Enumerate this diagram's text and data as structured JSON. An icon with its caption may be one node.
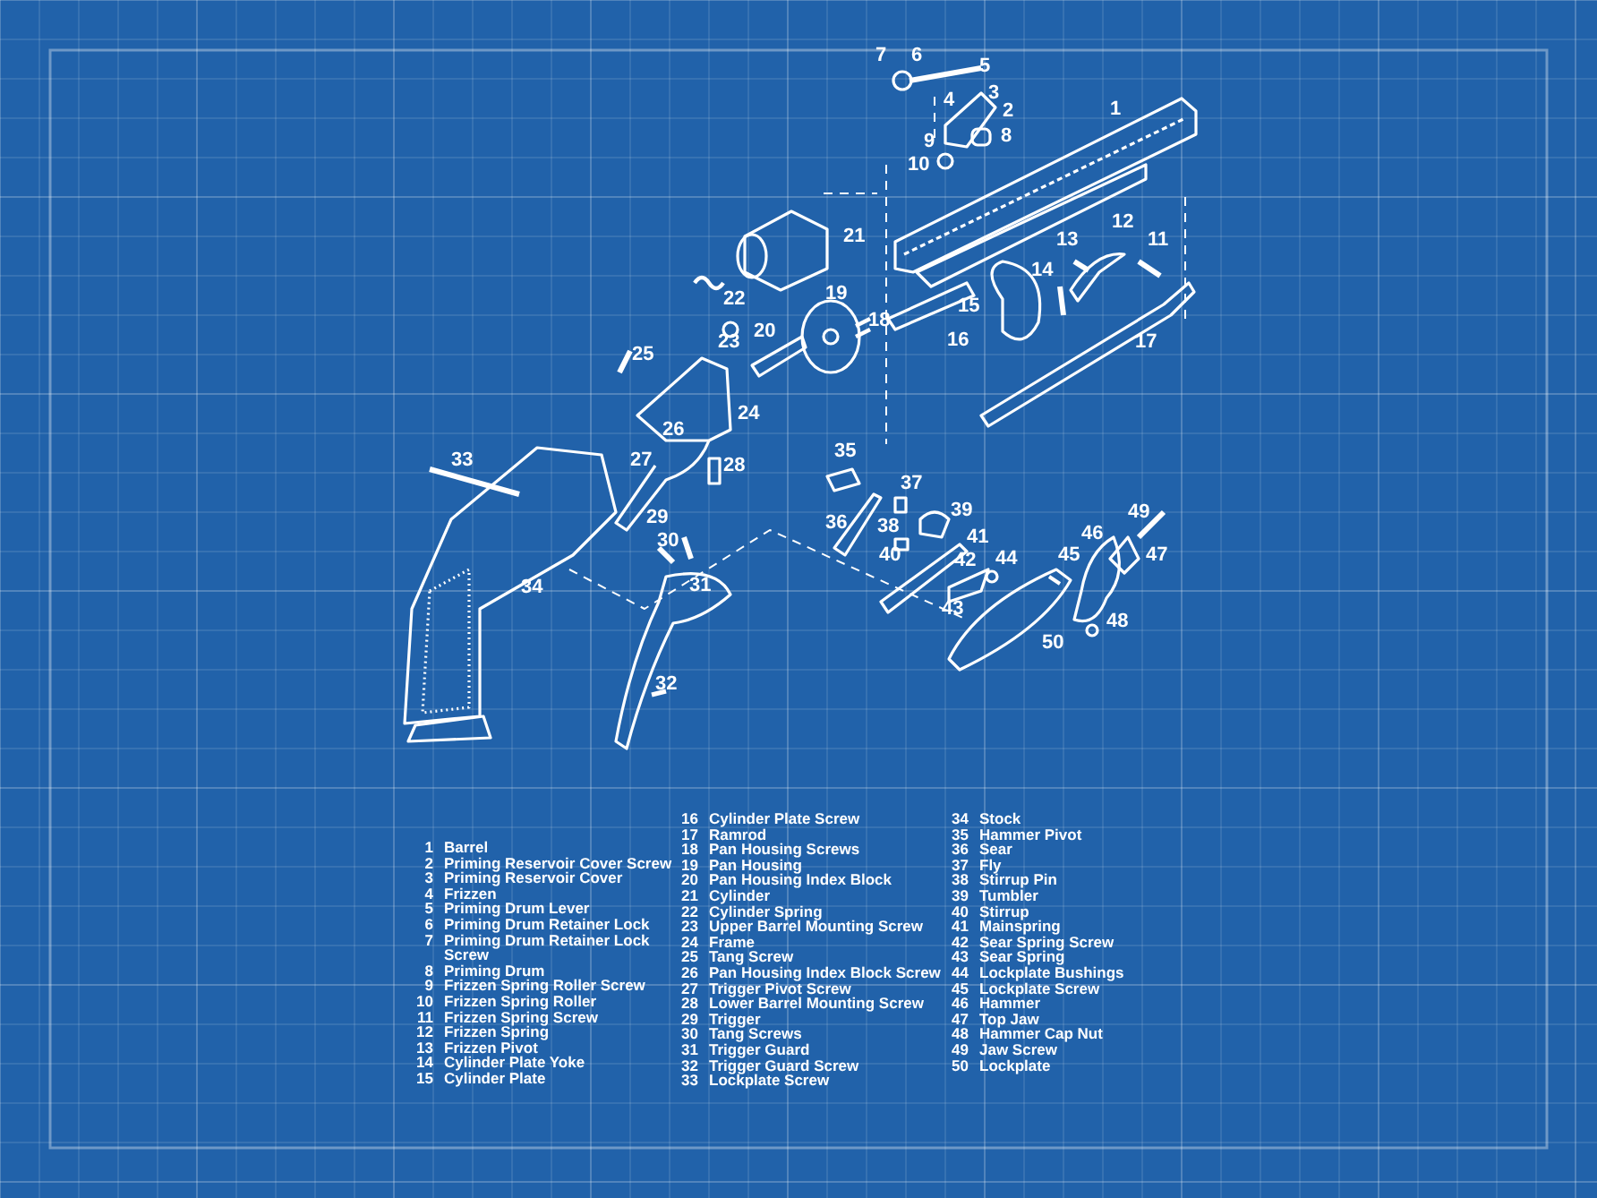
{
  "diagram": {
    "labels": [
      "7",
      "6",
      "5",
      "4",
      "3",
      "2",
      "1",
      "9",
      "8",
      "10",
      "21",
      "13",
      "12",
      "11",
      "14",
      "22",
      "19",
      "15",
      "23",
      "20",
      "18",
      "16",
      "17",
      "25",
      "24",
      "26",
      "33",
      "27",
      "28",
      "35",
      "37",
      "29",
      "39",
      "49",
      "30",
      "36",
      "38",
      "41",
      "46",
      "40",
      "42",
      "44",
      "45",
      "47",
      "34",
      "31",
      "43",
      "50",
      "48",
      "32",
      "1",
      "Barrel",
      "2",
      "Priming Reservoir Cover Screw",
      "3",
      "Priming Reservoir Cover",
      "4",
      "Frizzen",
      "5",
      "Priming Drum Lever",
      "6",
      "Priming Drum Retainer Lock",
      "7",
      "Priming Drum Retainer Lock Screw",
      "8",
      "Priming Drum",
      "9",
      "Frizzen Spring Roller Screw",
      "10",
      "Frizzen Spring Roller",
      "11",
      "Frizzen Spring Screw",
      "12",
      "Frizzen Spring",
      "13",
      "Frizzen Pivot",
      "14",
      "Cylinder Plate Yoke",
      "15",
      "Cylinder Plate",
      "16",
      "Cylinder Plate Screw",
      "17",
      "Ramrod",
      "18",
      "Pan Housing Screws",
      "19",
      "Pan Housing",
      "20",
      "Pan Housing Index Block",
      "21",
      "Cylinder",
      "22",
      "Cylinder Spring",
      "23",
      "Upper Barrel Mounting Screw",
      "24",
      "Frame",
      "25",
      "Tang Screw",
      "26",
      "Pan Housing Index Block Screw",
      "27",
      "Trigger Pivot Screw",
      "28",
      "Lower Barrel Mounting Screw",
      "29",
      "Trigger",
      "30",
      "Tang Screws",
      "31",
      "Trigger Guard",
      "32",
      "Trigger Guard Screw",
      "33",
      "Lockplate Screw",
      "34",
      "Stock",
      "35",
      "Hammer Pivot",
      "36",
      "Sear",
      "37",
      "Fly",
      "38",
      "Stirrup Pin",
      "39",
      "Tumbler",
      "40",
      "Stirrup",
      "41",
      "Mainspring",
      "42",
      "Sear Spring Screw",
      "43",
      "Sear Spring",
      "44",
      "Lockplate Bushings",
      "45",
      "Lockplate Screw",
      "46",
      "Hammer",
      "47",
      "Top Jaw",
      "48",
      "Hammer Cap Nut",
      "49",
      "Jaw Screw",
      "50",
      "Lockplate"
    ]
  }
}
